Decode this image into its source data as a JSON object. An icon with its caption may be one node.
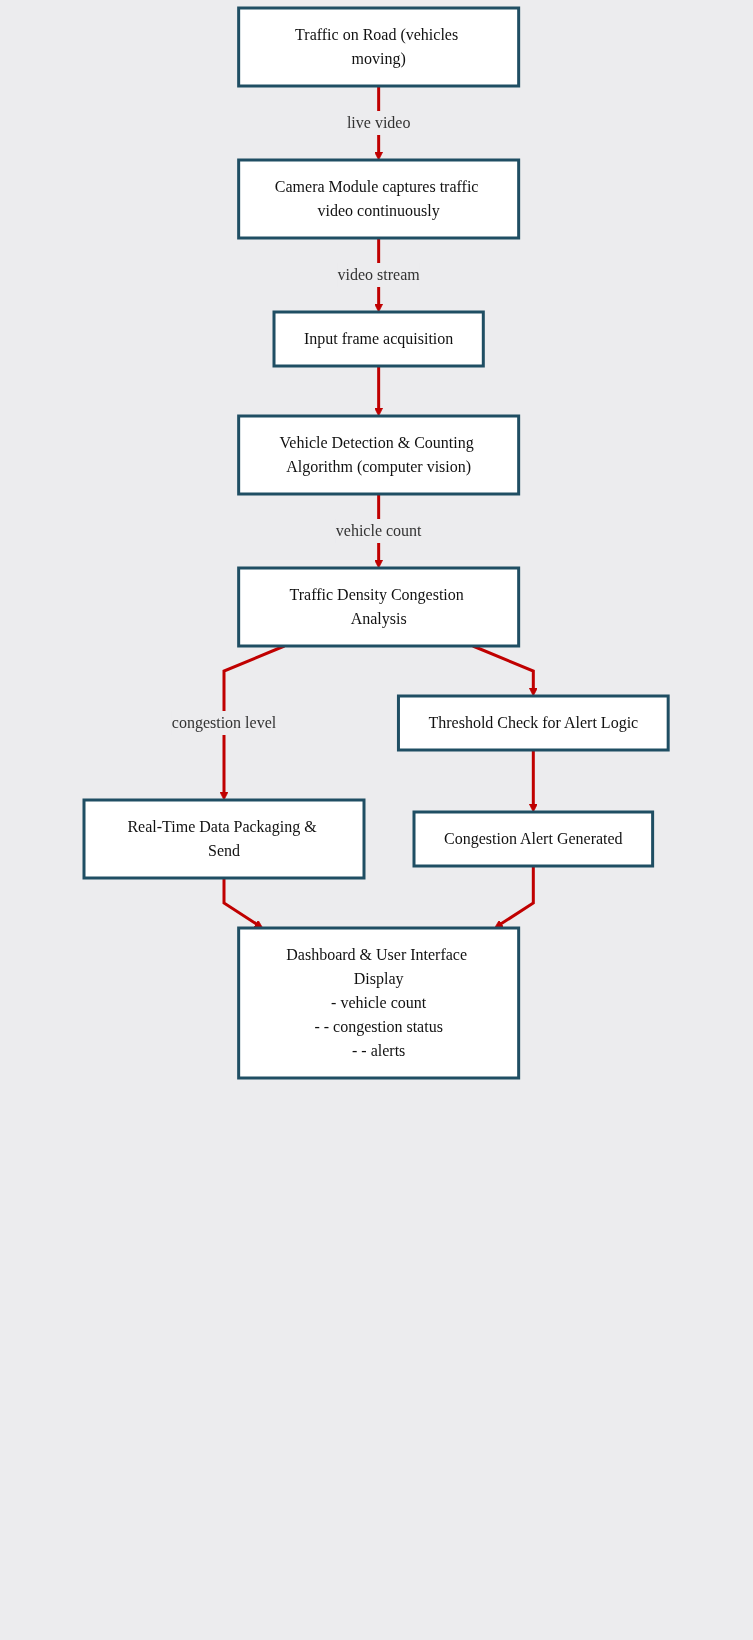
{
  "diagram": {
    "nodes": [
      {
        "text": [
          "Traffic on Road (vehicles moving)"
        ]
      },
      {
        "text": [
          "Camera Module captures traffic video continuously"
        ]
      },
      {
        "text": [
          "Input frame acquisition"
        ]
      },
      {
        "text": [
          "Vehicle Detection & Counting Algorithm (computer vision)"
        ]
      },
      {
        "text": [
          "Traffic Density Congestion Analysis"
        ]
      },
      {
        "text": [
          "Real-Time Data Packaging & Send"
        ]
      },
      {
        "text": [
          "Threshold Check for Alert Logic"
        ]
      },
      {
        "text": [
          "Congestion Alert Generated"
        ]
      },
      {
        "text": [
          "Dashboard & User Interface Display",
          "- vehicle count",
          "- - congestion status",
          "- - alerts"
        ]
      }
    ],
    "edges": [
      {
        "from": 0,
        "to": 1,
        "arrow": "to",
        "label": "live video"
      },
      {
        "from": 1,
        "to": 2,
        "arrow": "to",
        "label": "video stream"
      },
      {
        "from": 2,
        "to": 3,
        "arrow": "to"
      },
      {
        "from": 3,
        "to": 4,
        "arrow": "to",
        "label": "vehicle count"
      },
      {
        "from": 4,
        "to": 5,
        "arrow": "to",
        "label": "congestion level"
      },
      {
        "from": 4,
        "to": 6,
        "arrow": "to"
      },
      {
        "from": 6,
        "to": 7,
        "arrow": "to"
      },
      {
        "from": 5,
        "to": 8,
        "arrow": "to"
      },
      {
        "from": 7,
        "to": 8,
        "arrow": "to"
      }
    ]
  }
}
